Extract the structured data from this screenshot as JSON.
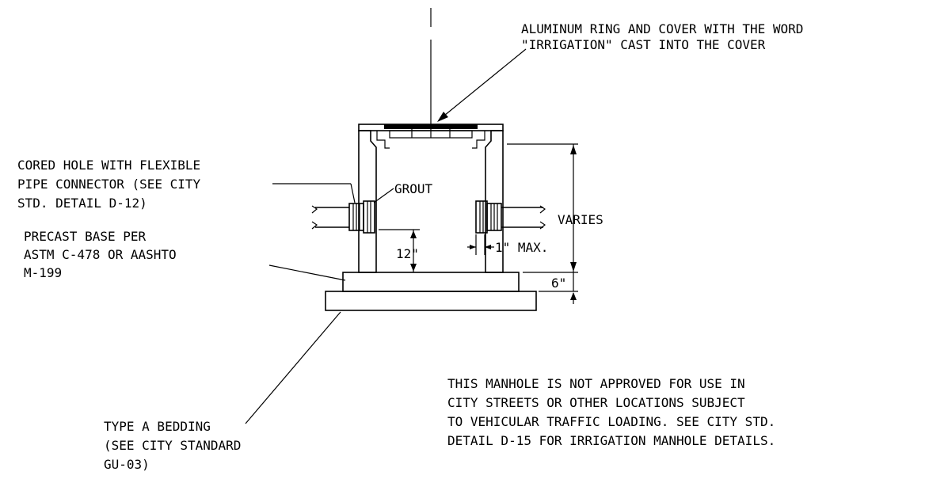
{
  "labels": {
    "cover_line1": "ALUMINUM RING AND COVER WITH THE WORD",
    "cover_line2": "\"IRRIGATION\" CAST INTO THE COVER",
    "cored_line1": "CORED HOLE WITH FLEXIBLE",
    "cored_line2": "PIPE CONNECTOR (SEE CITY",
    "cored_line3": "STD. DETAIL D-12)",
    "grout": "GROUT",
    "varies": "VARIES",
    "base_line1": "PRECAST BASE PER",
    "base_line2": "ASTM C-478 OR AASHTO",
    "base_line3": "M-199",
    "dim_12": "12\"",
    "dim_1_max": "1\"  MAX.",
    "dim_6": "6\"",
    "bedding_line1": "TYPE A BEDDING",
    "bedding_line2": "(SEE CITY STANDARD",
    "bedding_line3": "GU-03)",
    "note_line1": "THIS MANHOLE IS NOT APPROVED FOR USE IN",
    "note_line2": "CITY STREETS OR OTHER LOCATIONS SUBJECT",
    "note_line3": "TO VEHICULAR TRAFFIC LOADING. SEE CITY STD.",
    "note_line4": "DETAIL D-15 FOR IRRIGATION MANHOLE DETAILS."
  }
}
